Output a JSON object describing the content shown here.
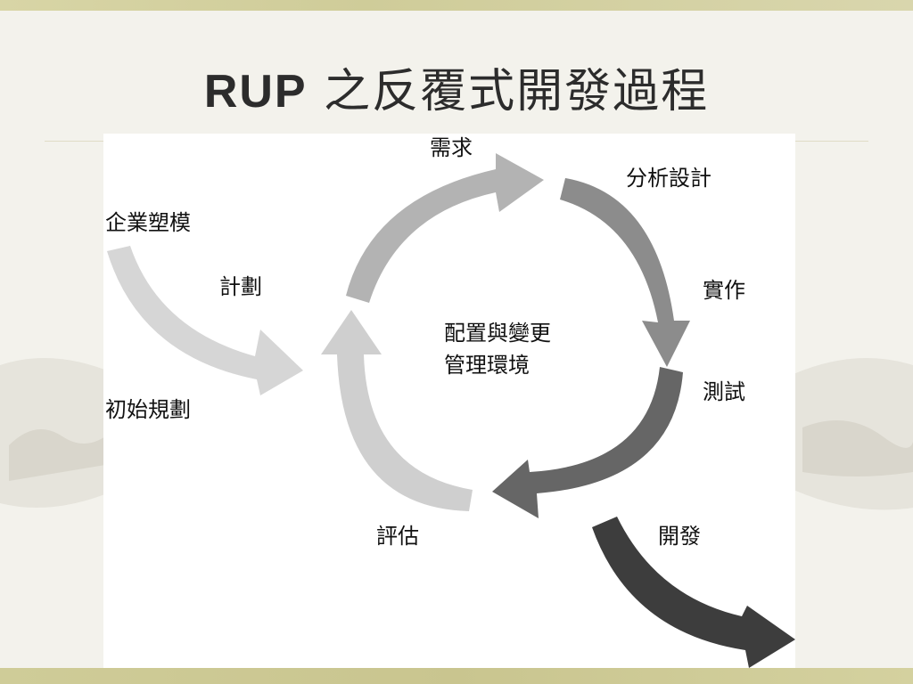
{
  "slide": {
    "title_latin": "RUP",
    "title_cjk": "之反覆式開發過程"
  },
  "diagram": {
    "center_label_line1": "配置與變更",
    "center_label_line2": "管理環境",
    "labels": {
      "requirements": "需求",
      "analysis_design": "分析設計",
      "implementation": "實作",
      "testing": "測試",
      "deployment": "開發",
      "evaluation": "評估",
      "business_modeling": "企業塑模",
      "planning": "計劃",
      "initial_planning": "初始規劃"
    }
  },
  "colors": {
    "arrow_requirements": "#b3b3b3",
    "arrow_analysis": "#8c8c8c",
    "arrow_testing": "#666666",
    "arrow_evaluation": "#cfcfcf",
    "arrow_entry": "#d6d6d6",
    "arrow_deployment": "#3d3d3d"
  }
}
